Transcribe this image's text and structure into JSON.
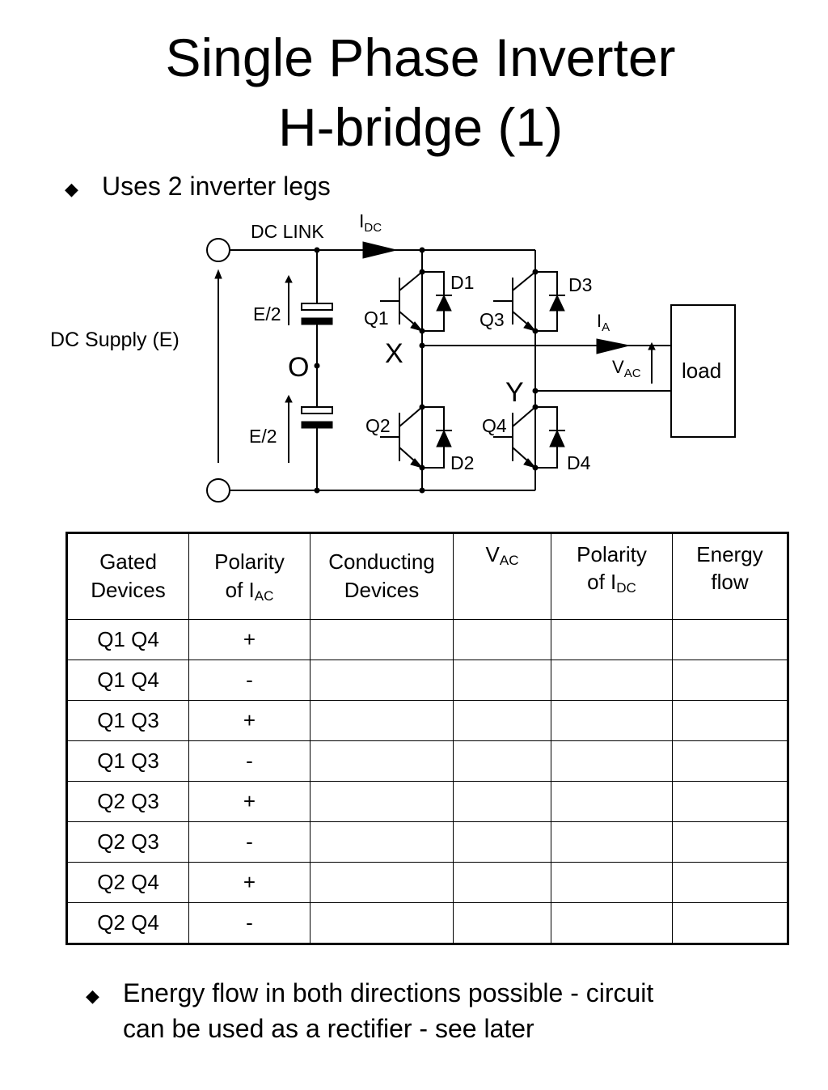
{
  "title": {
    "line1": "Single Phase Inverter",
    "line2": "H-bridge (1)"
  },
  "bullets": {
    "first": "Uses 2 inverter legs",
    "last_line1": "Energy flow in both directions possible - circuit",
    "last_line2": "can be used as a rectifier - see later"
  },
  "diagram": {
    "dc_link": "DC LINK",
    "i_dc": "I",
    "i_dc_sub": "DC",
    "dc_supply": "DC Supply (E)",
    "e_half_top": "E/2",
    "e_half_bottom": "E/2",
    "node_o": "O",
    "node_x": "X",
    "node_y": "Y",
    "q1": "Q1",
    "q2": "Q2",
    "q3": "Q3",
    "q4": "Q4",
    "d1": "D1",
    "d2": "D2",
    "d3": "D3",
    "d4": "D4",
    "i_a": "I",
    "i_a_sub": "A",
    "v_ac": "V",
    "v_ac_sub": "AC",
    "load": "load"
  },
  "table": {
    "headers": {
      "gated_1": "Gated",
      "gated_2": "Devices",
      "pol_iac_1": "Polarity",
      "pol_iac_2": "of I",
      "pol_iac_sub": "AC",
      "cond_1": "Conducting",
      "cond_2": "Devices",
      "vac": "V",
      "vac_sub": "AC",
      "pol_idc_1": "Polarity",
      "pol_idc_2": "of I",
      "pol_idc_sub": "DC",
      "energy_1": "Energy",
      "energy_2": "flow"
    },
    "rows": [
      {
        "gated": "Q1 Q4",
        "polarity": "+"
      },
      {
        "gated": "Q1 Q4",
        "polarity": "-"
      },
      {
        "gated": "Q1 Q3",
        "polarity": "+"
      },
      {
        "gated": "Q1 Q3",
        "polarity": "-"
      },
      {
        "gated": "Q2 Q3",
        "polarity": "+"
      },
      {
        "gated": "Q2 Q3",
        "polarity": "-"
      },
      {
        "gated": "Q2 Q4",
        "polarity": "+"
      },
      {
        "gated": "Q2 Q4",
        "polarity": "-"
      }
    ]
  }
}
